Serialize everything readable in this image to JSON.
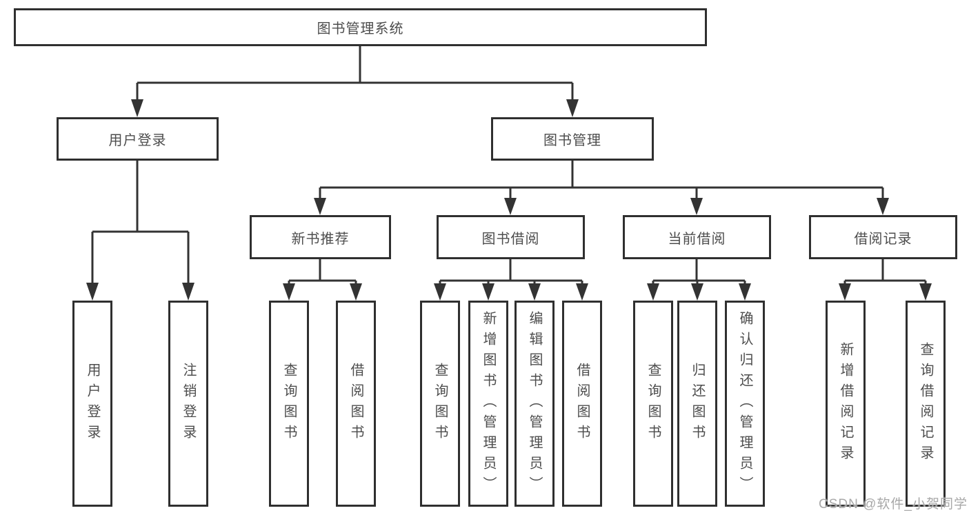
{
  "diagram": {
    "root": {
      "label": "图书管理系统"
    },
    "level2": {
      "user_login": {
        "label": "用户登录",
        "children": {
          "login": "用户登录",
          "logout": "注销登录"
        }
      },
      "book_mgmt": {
        "label": "图书管理"
      }
    },
    "level3": {
      "new_book_rec": {
        "label": "新书推荐",
        "children": {
          "query": "查询图书",
          "borrow": "借阅图书"
        }
      },
      "book_borrow": {
        "label": "图书借阅",
        "children": {
          "query": "查询图书",
          "add": "新增图书（管理员）",
          "edit": "编辑图书（管理员）",
          "borrow": "借阅图书"
        }
      },
      "current_borrow": {
        "label": "当前借阅",
        "children": {
          "query": "查询图书",
          "return": "归还图书",
          "confirm": "确认归还（管理员）"
        }
      },
      "borrow_records": {
        "label": "借阅记录",
        "children": {
          "add": "新增借阅记录",
          "query": "查询借阅记录"
        }
      }
    },
    "watermark": "CSDN @软件_小贺同学"
  },
  "colors": {
    "line": "#333333",
    "box_border": "#2f2f2f",
    "text": "#4d4d4d",
    "watermark": "#a8a8a8",
    "background": "#ffffff"
  }
}
